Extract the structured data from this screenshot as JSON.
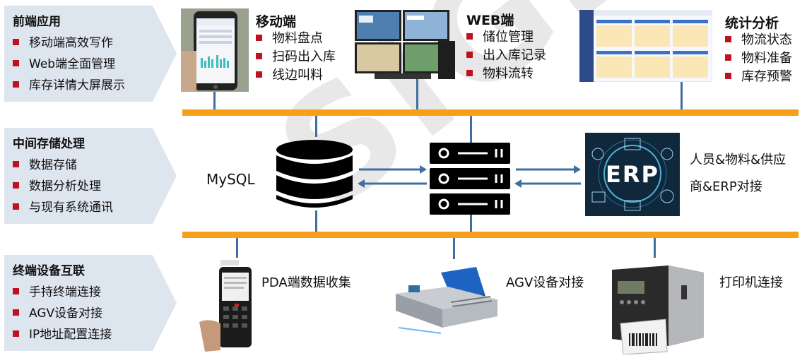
{
  "panels": [
    {
      "title": "前端应用",
      "items": [
        "移动端高效写作",
        "Web端全面管理",
        "库存详情大屏展示"
      ]
    },
    {
      "title": "中间存储处理",
      "items": [
        "数据存储",
        "数据分析处理",
        "与现有系统通讯"
      ]
    },
    {
      "title": "终端设备互联",
      "items": [
        "手持终端连接",
        "AGV设备对接",
        "IP地址配置连接"
      ]
    }
  ],
  "apps": {
    "mobile": {
      "title": "移动端",
      "items": [
        "物料盘点",
        "扫码出入库",
        "线边叫料"
      ]
    },
    "web": {
      "title": "WEB端",
      "items": [
        "储位管理",
        "出入库记录",
        "物料流转"
      ]
    },
    "stats": {
      "title": "统计分析",
      "items": [
        "物流状态",
        "物料准备",
        "库存预警"
      ]
    }
  },
  "middle": {
    "db_label": "MySQL",
    "erp_logo": "ERP",
    "erp_label_1": "人员&物料&供应",
    "erp_label_2": "商&ERP对接"
  },
  "devices": {
    "pda": "PDA端数据收集",
    "agv": "AGV设备对接",
    "printer": "打印机连接"
  },
  "watermark": "SIGER",
  "colors": {
    "bus": "#f6a01a",
    "connector": "#3f6f9f",
    "bullet": "#c0111f",
    "panel": "#dde5ef"
  }
}
